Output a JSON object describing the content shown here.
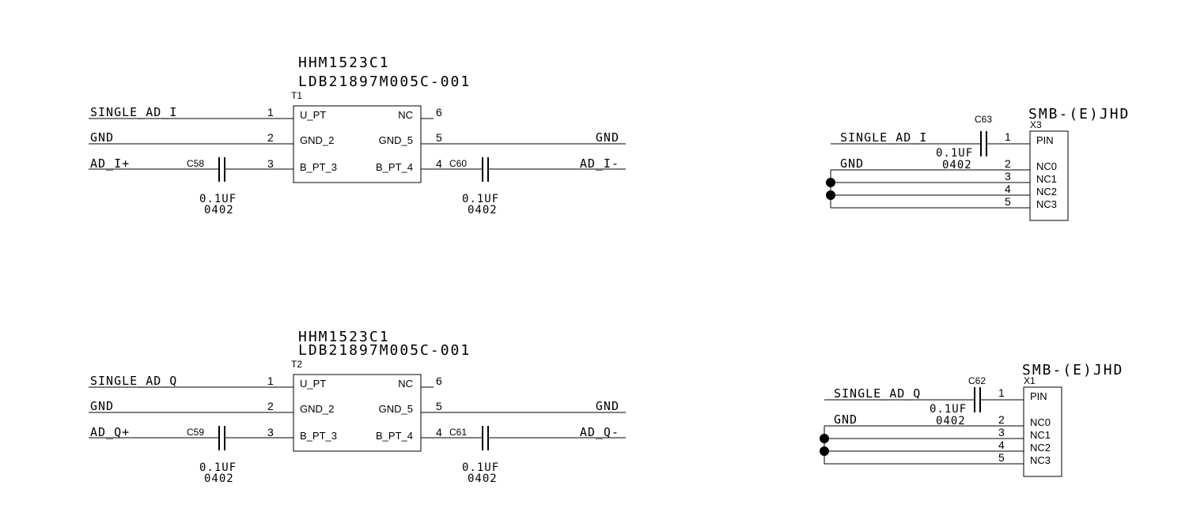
{
  "transformers": [
    {
      "ref": "T1",
      "part_number": "HHM1523C1",
      "part_description": "LDB21897M005C-001",
      "pin_names": {
        "p1": "U_PT",
        "p2": "GND_2",
        "p3": "B_PT_3",
        "p4": "B_PT_4",
        "p5": "GND_5",
        "p6": "NC"
      },
      "pin_numbers": {
        "p1": "1",
        "p2": "2",
        "p3": "3",
        "p4": "4",
        "p5": "5",
        "p6": "6"
      },
      "nets": {
        "in": "SINGLE_AD_I",
        "gnd_left": "GND",
        "plus": "AD_I+",
        "gnd_right": "GND",
        "minus": "AD_I-"
      },
      "cap_left": {
        "ref": "C58",
        "value": "0.1UF",
        "package": "0402"
      },
      "cap_right": {
        "ref": "C60",
        "value": "0.1UF",
        "package": "0402"
      }
    },
    {
      "ref": "T2",
      "part_number": "HHM1523C1",
      "part_description": "LDB21897M005C-001",
      "pin_names": {
        "p1": "U_PT",
        "p2": "GND_2",
        "p3": "B_PT_3",
        "p4": "B_PT_4",
        "p5": "GND_5",
        "p6": "NC"
      },
      "pin_numbers": {
        "p1": "1",
        "p2": "2",
        "p3": "3",
        "p4": "4",
        "p5": "5",
        "p6": "6"
      },
      "nets": {
        "in": "SINGLE_AD_Q",
        "gnd_left": "GND",
        "plus": "AD_Q+",
        "gnd_right": "GND",
        "minus": "AD_Q-"
      },
      "cap_left": {
        "ref": "C59",
        "value": "0.1UF",
        "package": "0402"
      },
      "cap_right": {
        "ref": "C61",
        "value": "0.1UF",
        "package": "0402"
      }
    }
  ],
  "connectors": [
    {
      "ref": "X3",
      "part_number": "SMB-(E)JHD",
      "pin_names": [
        "PIN",
        "NC0",
        "NC1",
        "NC2",
        "NC3"
      ],
      "pin_numbers": [
        "1",
        "2",
        "3",
        "4",
        "5"
      ],
      "nets": {
        "signal": "SINGLE_AD_I",
        "gnd": "GND"
      },
      "cap": {
        "ref": "C63",
        "value": "0.1UF",
        "package": "0402"
      }
    },
    {
      "ref": "X1",
      "part_number": "SMB-(E)JHD",
      "pin_names": [
        "PIN",
        "NC0",
        "NC1",
        "NC2",
        "NC3"
      ],
      "pin_numbers": [
        "1",
        "2",
        "3",
        "4",
        "5"
      ],
      "nets": {
        "signal": "SINGLE_AD_Q",
        "gnd": "GND"
      },
      "cap": {
        "ref": "C62",
        "value": "0.1UF",
        "package": "0402"
      }
    }
  ]
}
